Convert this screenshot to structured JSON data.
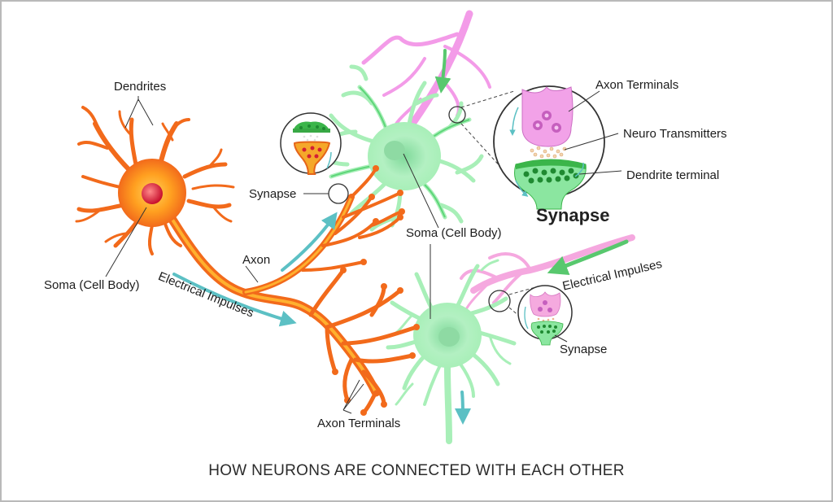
{
  "labels": {
    "dendrites": "Dendrites",
    "soma_left": "Soma (Cell Body)",
    "soma_center": "Soma (Cell Body)",
    "axon": "Axon",
    "electrical_left": "Electrical Impulses",
    "electrical_right": "Electrical Impulses",
    "synapse_left": "Synapse",
    "synapse_right": "Synapse",
    "synapse_big": "Synapse",
    "axon_terminals_top": "Axon Terminals",
    "neuro_transmitters": "Neuro Transmitters",
    "dendrite_terminal": "Dendrite terminal",
    "axon_terminals_bottom": "Axon Terminals"
  },
  "caption": "HOW NEURONS ARE CONNECTED WITH EACH OTHER",
  "colors": {
    "orange_neuron": "#f26a1b",
    "orange_glow": "#ffb02e",
    "nucleus": "#d8233a",
    "green_neuron": "#a8efb8",
    "green_dark": "#38b857",
    "pink_axon": "#f39be8",
    "arrow_teal": "#5cc0c4"
  }
}
